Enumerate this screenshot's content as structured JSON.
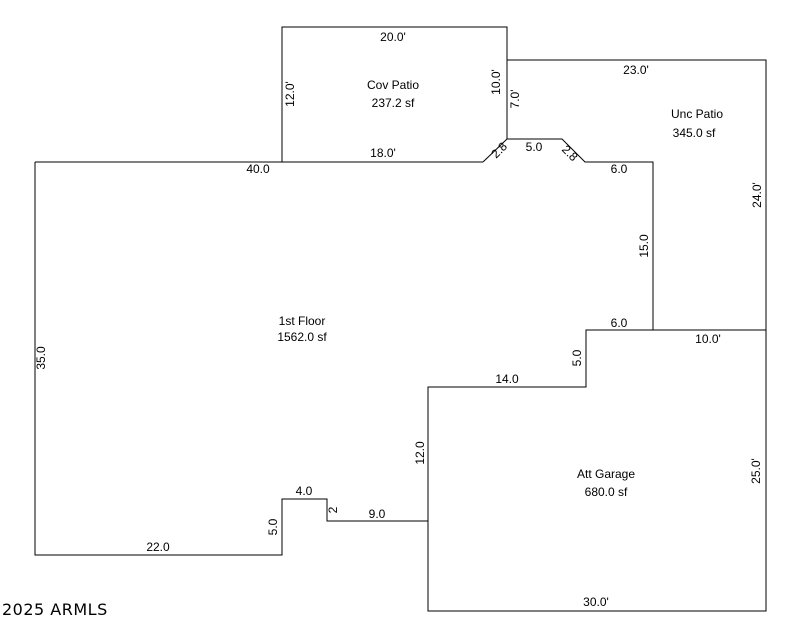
{
  "rooms": {
    "cov_patio": {
      "name": "Cov Patio",
      "area": "237.2 sf"
    },
    "unc_patio": {
      "name": "Unc Patio",
      "area": "345.0 sf"
    },
    "first_floor": {
      "name": "1st Floor",
      "area": "1562.0 sf"
    },
    "att_garage": {
      "name": "Att Garage",
      "area": "680.0 sf"
    }
  },
  "dimensions": {
    "cov_top": "20.0'",
    "cov_left": "12.0'",
    "cov_right": "10.0'",
    "cov_bottom": "18.0'",
    "diag_left": "2.8",
    "notch_top": "5.0",
    "diag_right": "2.8",
    "unc_top": "23.0'",
    "unc_inner": "7.0'",
    "unc_right": "24.0'",
    "unc_bottom": "10.0'",
    "floor_top": "40.0",
    "floor_left": "35.0",
    "floor_bottom": "22.0",
    "step_right_top": "6.0",
    "step_right_side": "15.0",
    "step_mid_top": "6.0",
    "step_mid_side": "5.0",
    "step_low_top": "14.0",
    "garage_left": "12.0",
    "garage_right": "25.0'",
    "garage_bottom": "30.0'",
    "jog_top": "4.0",
    "jog_left": "5.0",
    "jog_small": "2",
    "jog_bottom": "9.0"
  },
  "footer": {
    "copyright": "2025 ARMLS"
  }
}
